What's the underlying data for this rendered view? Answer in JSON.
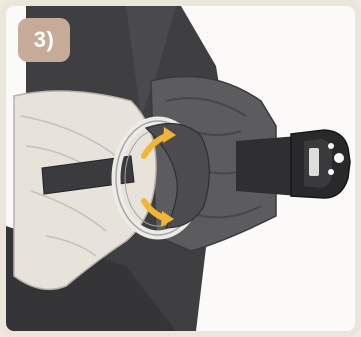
{
  "step": {
    "label": "3)"
  },
  "illustration": {
    "icons": [
      "baby-carrier-strap",
      "ring-buckle",
      "direction-arrow",
      "side-release-buckle"
    ],
    "colors": {
      "badge": "#c5ab98",
      "fabric_dark": "#58575a",
      "fabric_light": "#e4ded5",
      "arrow": "#f2b633",
      "ring": "#e9e6e2"
    }
  }
}
